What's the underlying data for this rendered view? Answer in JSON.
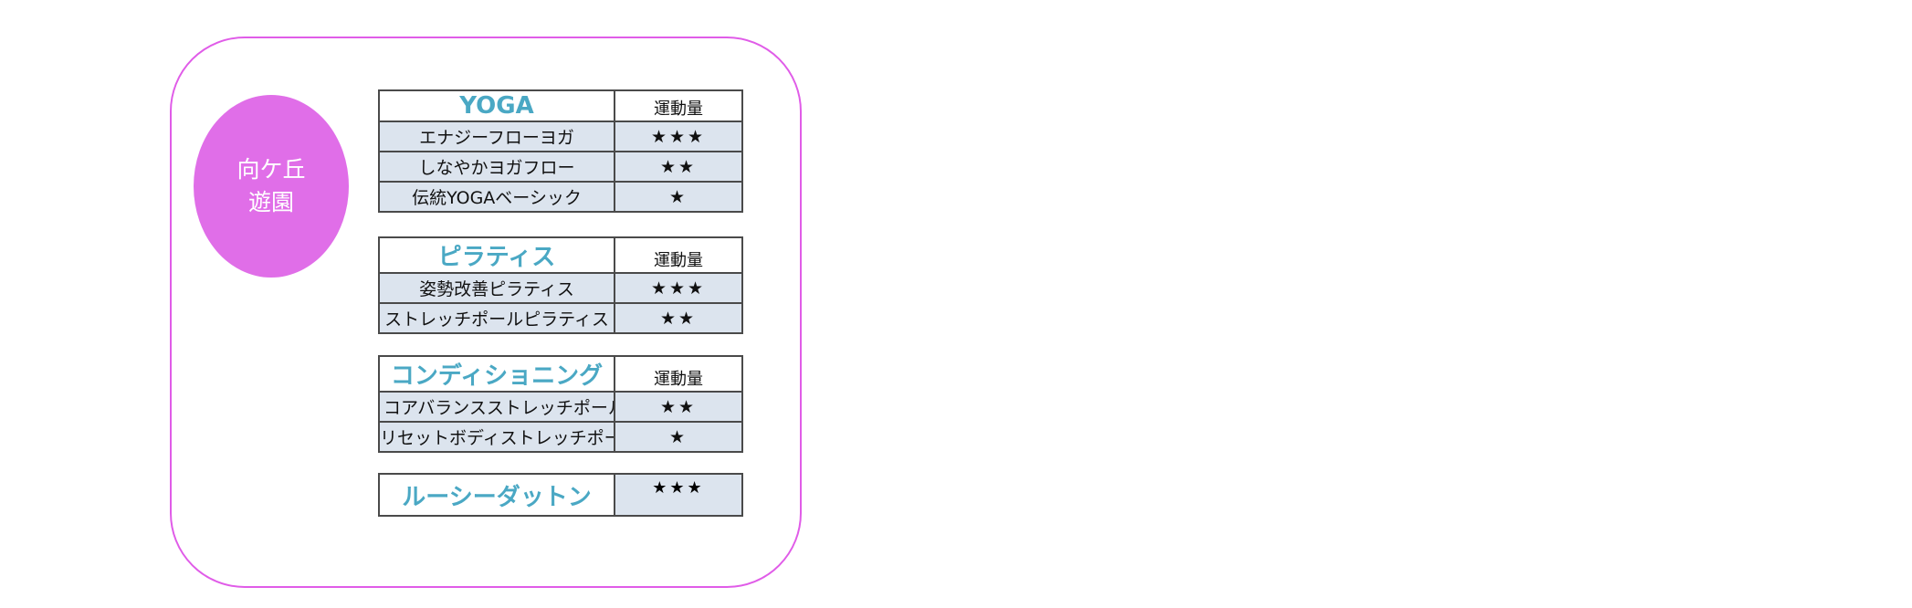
{
  "venue": {
    "line1": "向ケ丘",
    "line2": "遊園"
  },
  "yoga": {
    "title": "YOGA",
    "level_header": "運動量",
    "rows": [
      {
        "name": "エナジーフローヨガ",
        "level": "★★★"
      },
      {
        "name": "しなやかヨガフロー",
        "level": "★★"
      },
      {
        "name": "伝統YOGAベーシック",
        "level": "★"
      }
    ]
  },
  "pilates": {
    "title": "ピラティス",
    "level_header": "運動量",
    "rows": [
      {
        "name": "姿勢改善ピラティス",
        "level": "★★★"
      },
      {
        "name": "ストレッチポールピラティス",
        "level": "★★"
      }
    ]
  },
  "conditioning": {
    "title": "コンディショニング",
    "level_header": "運動量",
    "rows": [
      {
        "name": "コアバランスストレッチポール",
        "level": "★★"
      },
      {
        "name": "リセットボディストレッチポール",
        "level": "★"
      }
    ]
  },
  "lucy": {
    "title": "ルーシーダットン",
    "level": "★★★"
  },
  "colors": {
    "frame_border": "#e05ce8",
    "venue_oval": "#e06ee8",
    "category_title": "#4aa8c4",
    "row_fill": "#dce4ee"
  }
}
